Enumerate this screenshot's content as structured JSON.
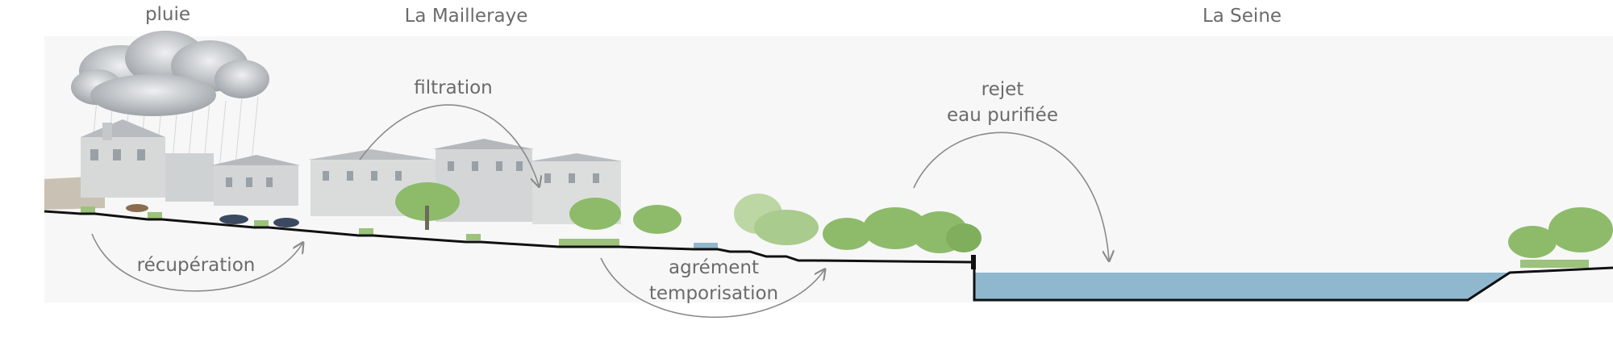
{
  "labels": {
    "pluie": "pluie",
    "la_mailleraye": "La Mailleraye",
    "la_seine": "La Seine",
    "filtration": "filtration",
    "rejet_line1": "rejet",
    "rejet_line2": "eau purifiée",
    "recuperation": "récupération",
    "agrement": "agrément",
    "temporisation": "temporisation"
  },
  "colors": {
    "water": "#8fb8cf",
    "ground_line": "#111111",
    "arrow": "#8a8a8a",
    "text": "#6b6b6b",
    "tree": "#8dbb6a",
    "building": "#d7d9d9",
    "cloud": "#b9bcc0"
  }
}
